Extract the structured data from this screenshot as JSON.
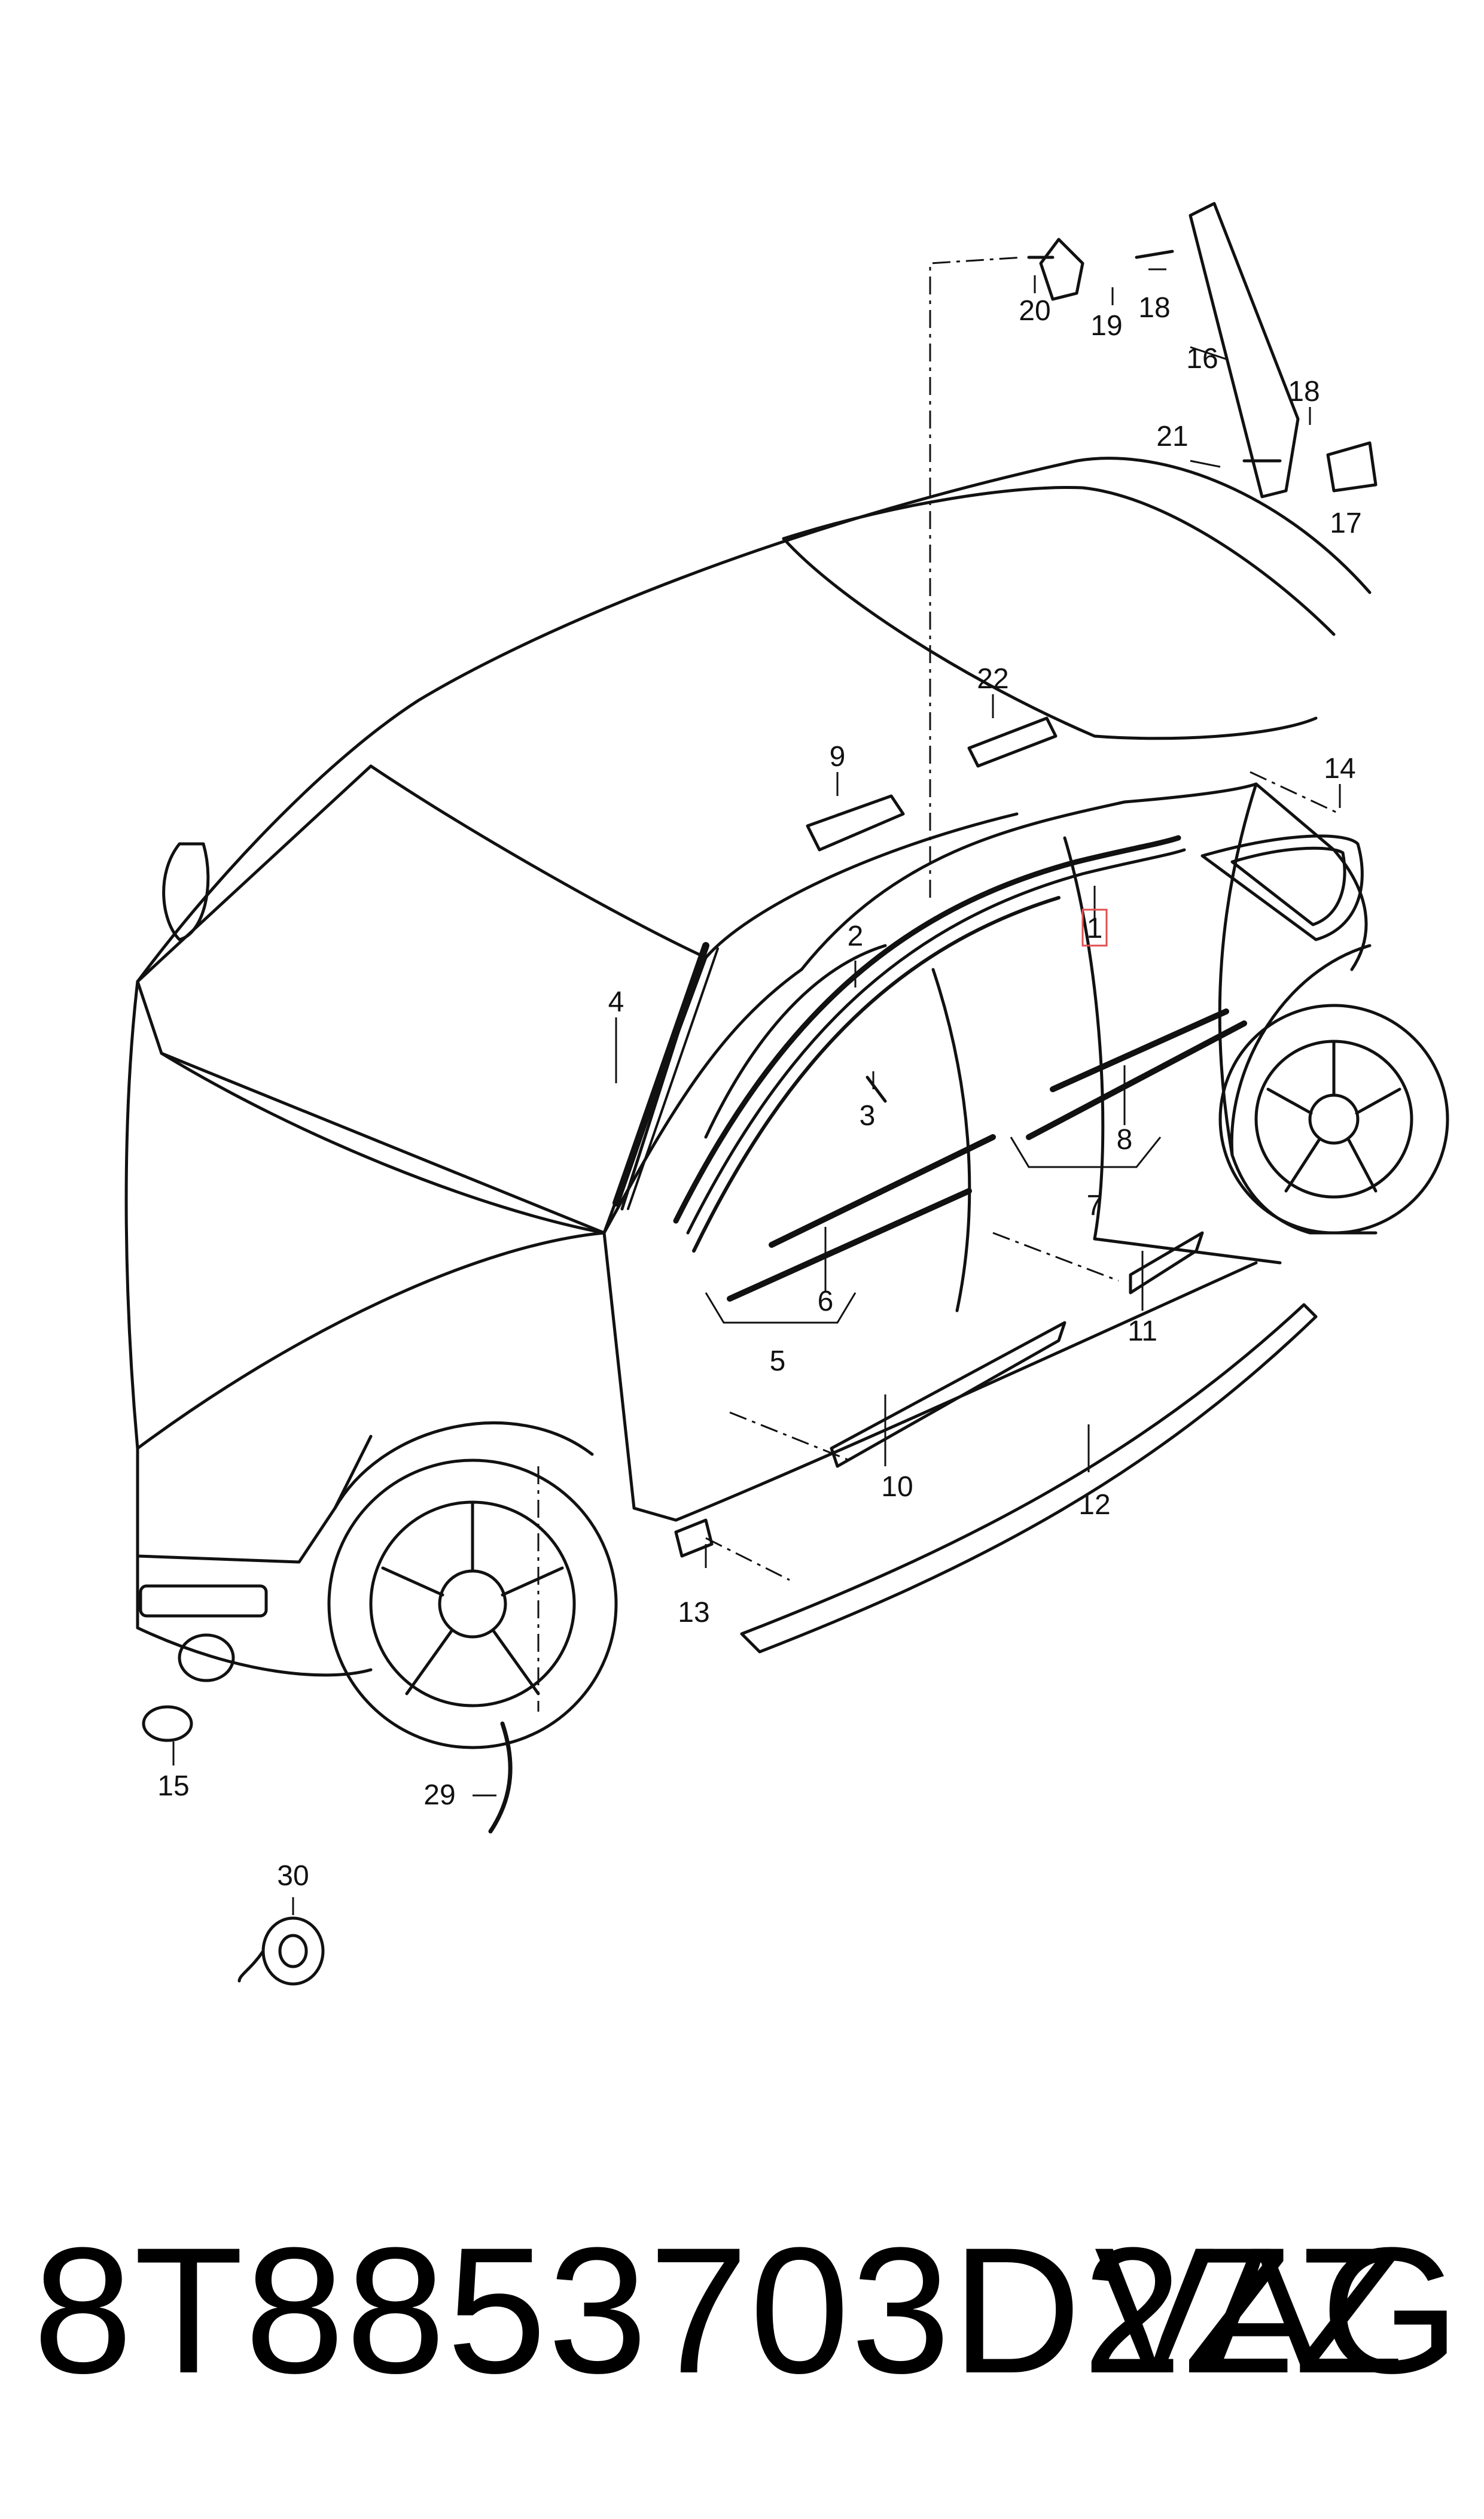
{
  "callouts": [
    {
      "id": "c1",
      "label": "1",
      "highlight": true
    },
    {
      "id": "c2",
      "label": "2"
    },
    {
      "id": "c3",
      "label": "3"
    },
    {
      "id": "c4",
      "label": "4"
    },
    {
      "id": "c5",
      "label": "5"
    },
    {
      "id": "c6",
      "label": "6"
    },
    {
      "id": "c7",
      "label": "7"
    },
    {
      "id": "c8",
      "label": "8"
    },
    {
      "id": "c9",
      "label": "9"
    },
    {
      "id": "c10",
      "label": "10"
    },
    {
      "id": "c11",
      "label": "11"
    },
    {
      "id": "c12",
      "label": "12"
    },
    {
      "id": "c13",
      "label": "13"
    },
    {
      "id": "c14",
      "label": "14"
    },
    {
      "id": "c15",
      "label": "15"
    },
    {
      "id": "c16",
      "label": "16"
    },
    {
      "id": "c17",
      "label": "17"
    },
    {
      "id": "c18a",
      "label": "18"
    },
    {
      "id": "c18b",
      "label": "18"
    },
    {
      "id": "c19",
      "label": "19"
    },
    {
      "id": "c20",
      "label": "20"
    },
    {
      "id": "c21",
      "label": "21"
    },
    {
      "id": "c22",
      "label": "22"
    },
    {
      "id": "c29",
      "label": "29"
    },
    {
      "id": "c30",
      "label": "30"
    }
  ],
  "footer": {
    "part_number": "8T8853703D2ZZ",
    "brand": "VAG"
  },
  "colors": {
    "line": "#111111",
    "highlight": "#e05050"
  }
}
